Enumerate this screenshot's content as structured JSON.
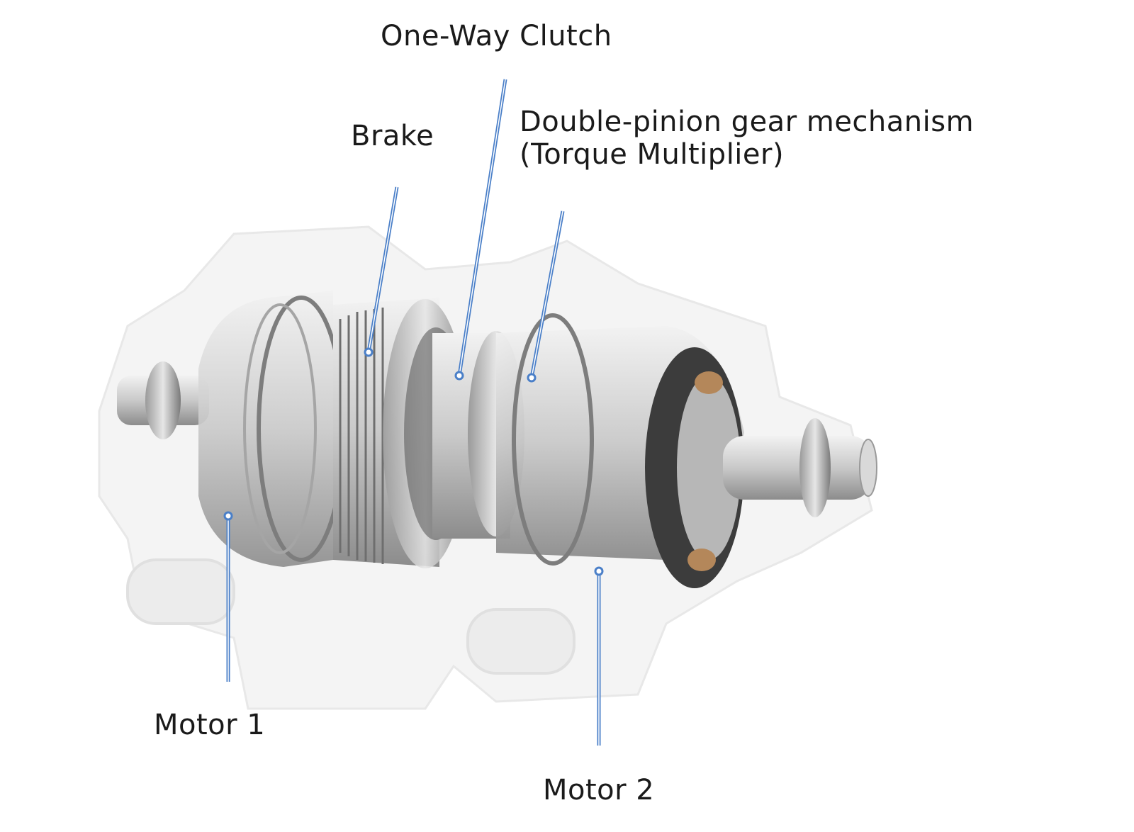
{
  "labels": {
    "one_way_clutch": "One-Way Clutch",
    "brake": "Brake",
    "double_pinion_line1": "Double-pinion gear mechanism",
    "double_pinion_line2": "(Torque Multiplier)",
    "motor1": "Motor 1",
    "motor2": "Motor 2"
  },
  "colors": {
    "leader_line": "#4a7fc8",
    "leader_core": "#ffffff"
  }
}
